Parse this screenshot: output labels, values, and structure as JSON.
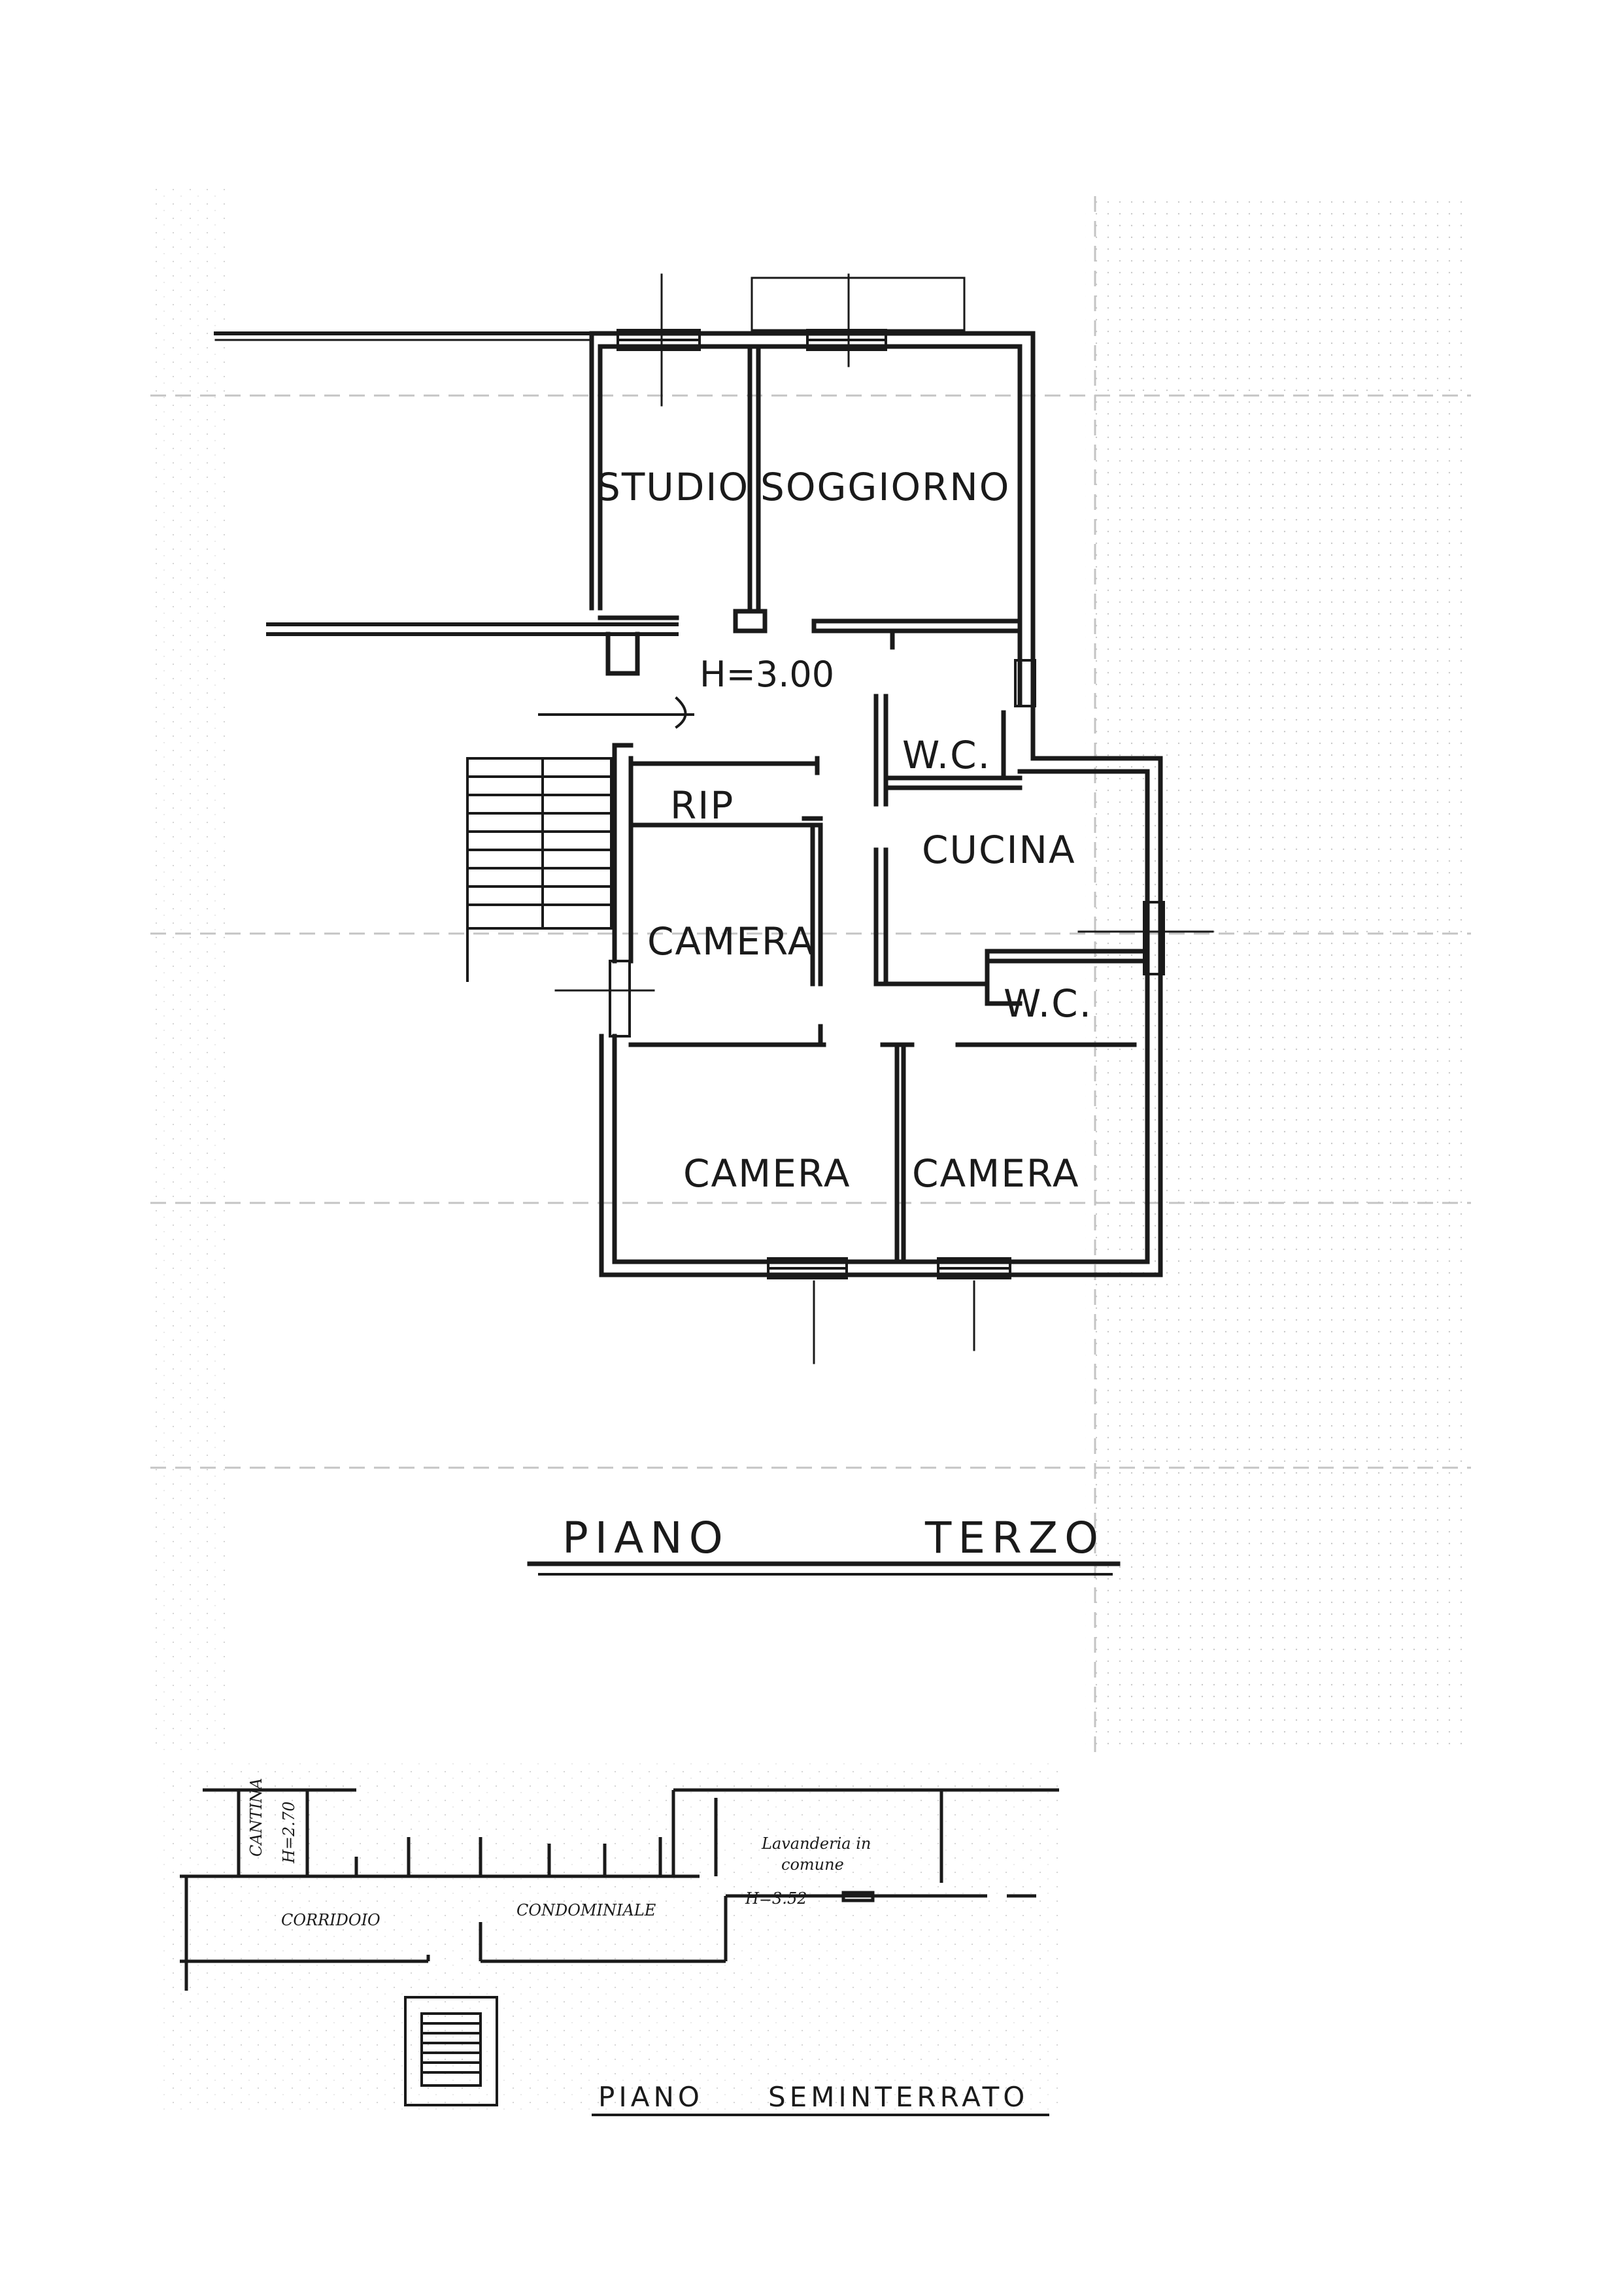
{
  "floor_plan_upper": {
    "height_label": "H=3.00",
    "rooms": {
      "studio": "STUDIO",
      "soggiorno": "SOGGIORNO",
      "wc_top": "W.C.",
      "rip": "RIP",
      "cucina": "CUCINA",
      "camera_left": "CAMERA",
      "wc_bottom": "W.C.",
      "camera_bottom_left": "CAMERA",
      "camera_bottom_right": "CAMERA"
    },
    "title_word1": "PIANO",
    "title_word2": "TERZO"
  },
  "floor_plan_basement": {
    "cantina_label": "CANTINA",
    "cantina_height": "H=2.70",
    "corridoio_label": "CORRIDOIO",
    "condominiale_label": "CONDOMINIALE",
    "lavanderia_label": "Lavanderia in",
    "comune_label": "comune",
    "height_label": "H=3.52",
    "title_word1": "PIANO",
    "title_word2": "SEMINTERRATO"
  }
}
